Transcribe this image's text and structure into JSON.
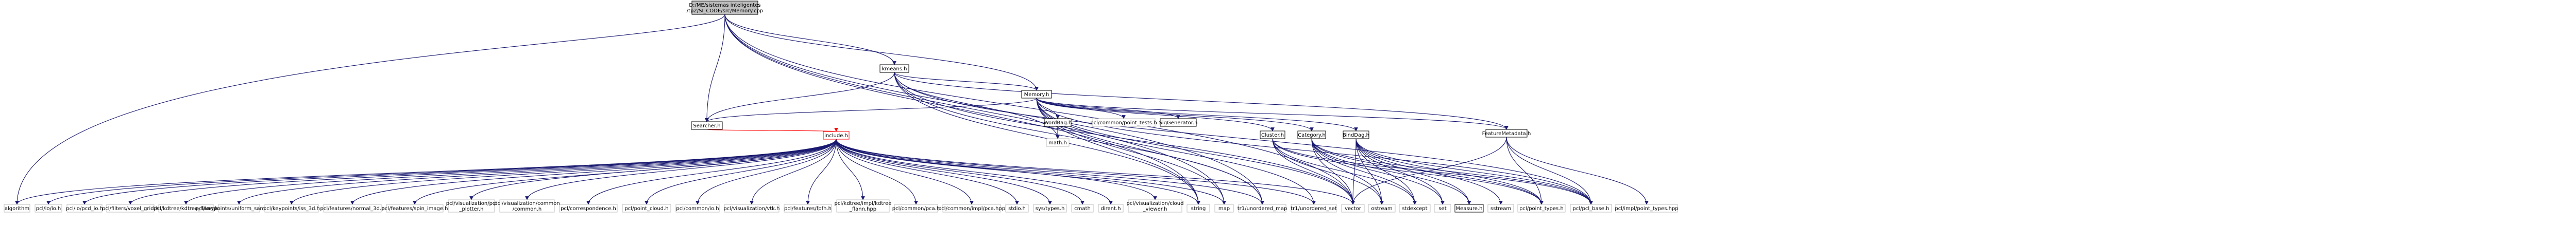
{
  "diagram": {
    "root": {
      "line1": "D:/ME/sistemas inteligentes",
      "line2": "/tp2/SI_CODE/src/Memory.cpp"
    },
    "kmeans_h": "kmeans.h",
    "memory_h": "Memory.h",
    "searcher_h": "Searcher.h",
    "include_h": "include.h",
    "wordbag_h": "WordBag.h",
    "math_h": "math.h",
    "pcl_point_tests_h": "pcl/common/point_tests.h",
    "siggenerator_h": "SigGenerator.h",
    "featuremetadata_h": "FeatureMetadata.h",
    "cluster_h": "Cluster.h",
    "category_h": "Category.h",
    "binddag_h": "BindDag.h",
    "measure_h": "Measure.h",
    "leaves": {
      "algorithm": "algorithm",
      "pcl_io": "pcl/io/io.h",
      "pcl_pcd_io": "pcl/io/pcd_io.h",
      "voxel_grid": "pcl/filters/voxel_grid.h",
      "kdtree_flann": "pcl/kdtree/kdtree_flann.h",
      "uniform_sampling": "pcl/keypoints/uniform_sampling.h",
      "iss_3d": "pcl/keypoints/iss_3d.h",
      "normal_3d": "pcl/features/normal_3d.h",
      "spin_image": "pcl/features/spin_image.h",
      "pcl_plotter_1": "pcl/visualization/pcl",
      "pcl_plotter_2": "_plotter.h",
      "common_1": "pcl/visualization/common",
      "common_2": "/common.h",
      "correspondence": "pcl/correspondence.h",
      "point_cloud": "pcl/point_cloud.h",
      "common_io": "pcl/common/io.h",
      "vtk": "pcl/visualization/vtk.h",
      "fpfh": "pcl/features/fpfh.h",
      "flann_hpp_1": "pcl/kdtree/impl/kdtree",
      "flann_hpp_2": "_flann.hpp",
      "pca": "pcl/common/pca.h",
      "pca_hpp": "pcl/common/impl/pca.hpp",
      "stdio": "stdio.h",
      "systypes": "sys/types.h",
      "cmath": "cmath",
      "dirent": "dirent.h",
      "cloud_viewer_1": "pcl/visualization/cloud",
      "cloud_viewer_2": "_viewer.h",
      "string": "string",
      "map": "map",
      "unordered_map": "tr1/unordered_map",
      "unordered_set": "tr1/unordered_set",
      "vector": "vector",
      "ostream": "ostream",
      "stdexcept": "stdexcept",
      "set": "set",
      "sstream": "sstream",
      "point_types": "pcl/point_types.h",
      "pcl_base": "pcl/pcl_base.h",
      "point_types_hpp": "pcl/impl/point_types.hpp"
    }
  }
}
